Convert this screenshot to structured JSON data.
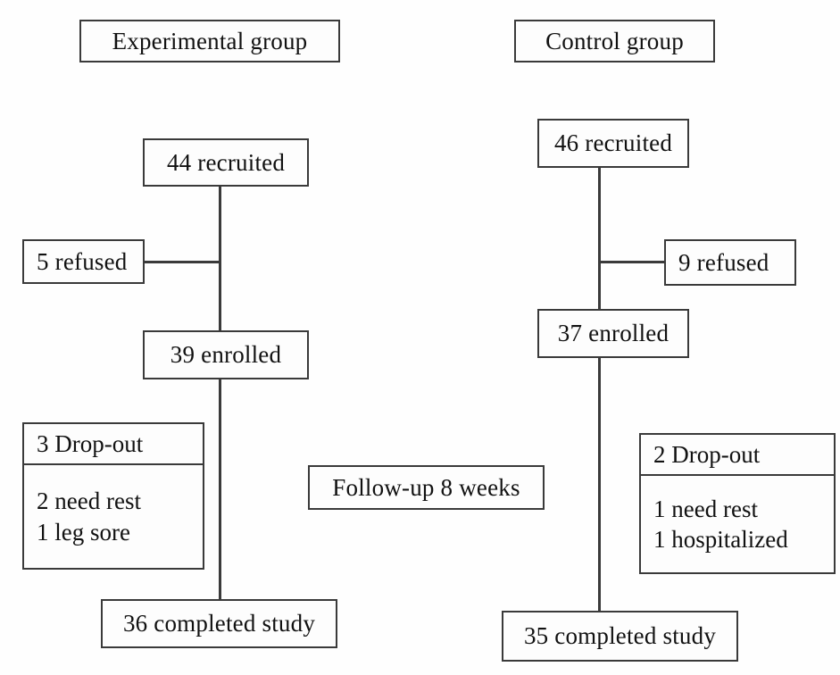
{
  "diagram": {
    "type": "participant-flow-diagram",
    "title_left": "Experimental group",
    "title_right": "Control group",
    "midpoint_label": "Follow-up 8 weeks",
    "arms": {
      "experimental": {
        "header": "Experimental group",
        "recruited": "44 recruited",
        "refused": "5 refused",
        "enrolled": "39 enrolled",
        "dropout_header": "3 Drop-out",
        "dropout_reasons": [
          "2 need rest",
          "1 leg sore"
        ],
        "completed": "36 completed study"
      },
      "control": {
        "header": "Control group",
        "recruited": "46 recruited",
        "refused": "9 refused",
        "enrolled": "37 enrolled",
        "dropout_header": "2 Drop-out",
        "dropout_reasons": [
          "1 need rest",
          "1 hospitalized"
        ],
        "completed": "35 completed study"
      }
    },
    "colors": {
      "line": "#3a3a3a",
      "text": "#111111",
      "background": "#fefefe"
    }
  }
}
